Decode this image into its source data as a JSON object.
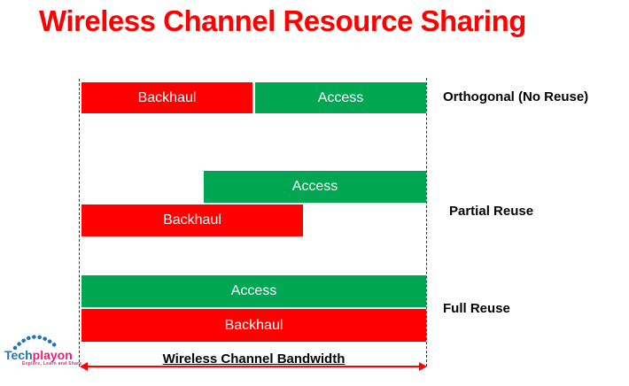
{
  "title": "Wireless Channel Resource Sharing",
  "colors": {
    "title_red": "#ff0000",
    "bar_red": "#ff0000",
    "bar_green": "#00a651",
    "dashed_line": "#3a3a3a",
    "arrow_red": "#ff0000",
    "logo_blue": "#1b75bb",
    "logo_pink": "#ec1e79"
  },
  "scenarios": [
    {
      "label": "Orthogonal (No Reuse)",
      "bars": [
        {
          "name": "Backhaul",
          "color": "red"
        },
        {
          "name": "Access",
          "color": "green"
        }
      ]
    },
    {
      "label": "Partial Reuse",
      "bars": [
        {
          "name": "Access",
          "color": "green"
        },
        {
          "name": "Backhaul",
          "color": "red"
        }
      ]
    },
    {
      "label": "Full Reuse",
      "bars": [
        {
          "name": "Access",
          "color": "green"
        },
        {
          "name": "Backhaul",
          "color": "red"
        }
      ]
    }
  ],
  "bandwidth_label": "Wireless Channel Bandwidth",
  "logo": {
    "part1": "Tech",
    "part2": "playon",
    "tagline": "Explore, Learn and Share"
  }
}
